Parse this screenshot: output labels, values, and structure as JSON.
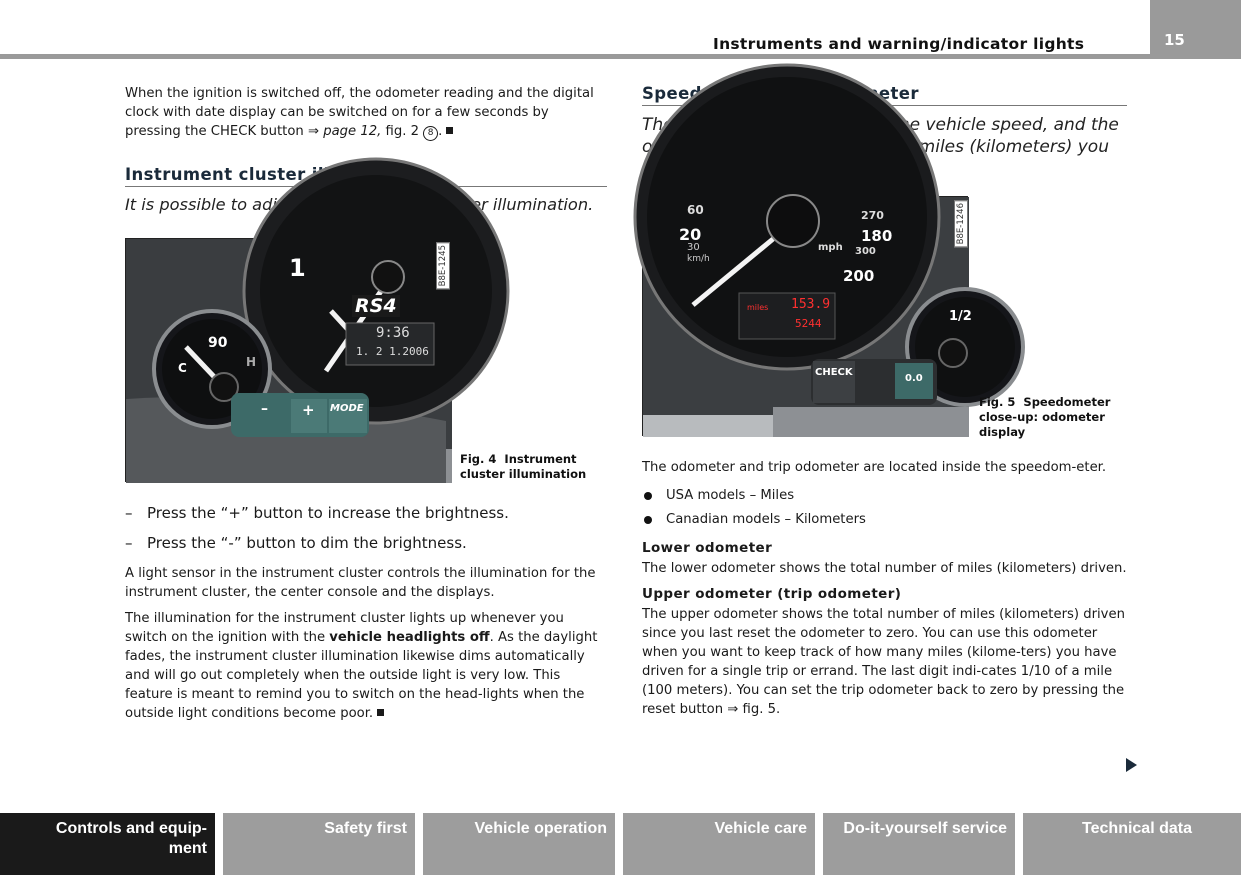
{
  "header": {
    "title": "Instruments and warning/indicator lights",
    "page_number": "15"
  },
  "left": {
    "intro": {
      "text": "When the ignition is switched off, the odometer reading and the digital clock with date display can be switched on for a few seconds by pressing the CHECK button ⇒ ",
      "ref_page": "page 12,",
      "ref_fig": " fig. 2 ",
      "callout": "8",
      "period": "."
    },
    "section_title": "Instrument cluster illumination",
    "lead": "It is possible to adjust the instrument cluster illumination.",
    "figure": {
      "code": "B8E-1245",
      "caption_label": "Fig. 4",
      "caption_text": "Instrument cluster illumination",
      "gauge_temp": "90",
      "gauge_c": "C",
      "gauge_h": "H",
      "speed_digit": "1",
      "badge": "RS4",
      "clock": "9:36",
      "date": "1. 2 1.2006",
      "btn_minus": "–",
      "btn_plus": "+",
      "btn_mode": "MODE"
    },
    "steps": [
      "Press the “+” button to increase the brightness.",
      "Press the “-” button to dim the brightness."
    ],
    "p1": "A light sensor in the instrument cluster controls the illumination for the instrument cluster, the center console and the displays.",
    "p2_a": "The illumination for the instrument cluster lights up whenever you switch on the ignition with the ",
    "p2_bold": "vehicle headlights off",
    "p2_b": ". As the daylight fades, the instrument cluster illumination likewise dims automatically and will go out completely when the outside light is very low. This feature is meant to remind you to switch on the head-lights when the outside light conditions become poor."
  },
  "right": {
    "section_title": "Speedometer with odometer",
    "lead": "The speedometer shows you the vehicle speed, and the odometer shows you how many miles (kilometers) you have driven.",
    "figure": {
      "code": "B8E-1246",
      "caption_label": "Fig. 5",
      "caption_text": "Speedometer close-up: odometer display",
      "s60": "60",
      "s20": "20",
      "s30": "30",
      "kmh": "km/h",
      "mph": "mph",
      "s270": "270",
      "s180": "180",
      "s300": "300",
      "s200": "200",
      "miles_label": "miles",
      "trip": "153.9",
      "total": "5244",
      "check": "CHECK",
      "reset": "0.0",
      "fuel_half": "1/2"
    },
    "p1": "The odometer and trip odometer are located inside the speedom-eter.",
    "bullets": [
      "USA models – Miles",
      "Canadian models – Kilometers"
    ],
    "lower_title": "Lower odometer",
    "lower_text": "The lower odometer shows the total number of miles (kilometers) driven.",
    "upper_title": "Upper odometer (trip odometer)",
    "upper_text": "The upper odometer shows the total number of miles (kilometers) driven since you last reset the odometer to zero. You can use this odometer when you want to keep track of how many miles (kilome-ters) you have driven for a single trip or errand. The last digit indi-cates 1/10 of a mile (100 meters). You can set the trip odometer back to zero by pressing the reset button ⇒ fig. 5."
  },
  "footer": {
    "tabs": [
      {
        "label": "Controls and equip-ment",
        "line1": "Controls and equip-",
        "line2": "ment"
      },
      {
        "label": "Safety first"
      },
      {
        "label": "Vehicle operation"
      },
      {
        "label": "Vehicle care"
      },
      {
        "label": "Do-it-yourself service"
      },
      {
        "label": "Technical data"
      }
    ]
  },
  "colors": {
    "tab_gray": "#9d9d9d",
    "tab_active": "#1a1a1a",
    "header_gray": "#9a9a9a",
    "display_red": "#ff3030",
    "button_teal": "#3d6a68"
  }
}
